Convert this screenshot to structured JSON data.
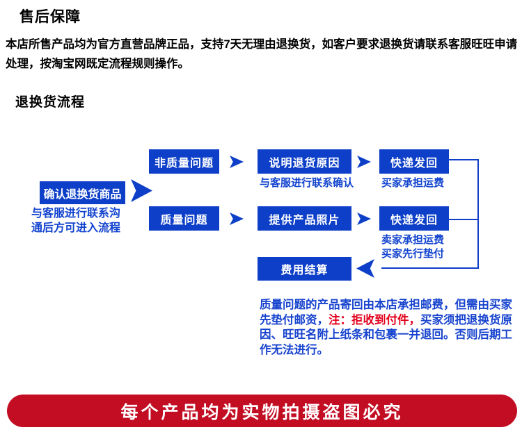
{
  "header": {
    "title": "售后保障",
    "intro": "本店所售产品均为官方直营品牌正品，支持7天无理由退换货，如客户要求退换货请联系客服旺旺申请处理，按淘宝网既定流程规则操作。"
  },
  "flow": {
    "title": "退换货流程",
    "steps": {
      "confirm": {
        "label": "确认退换货商品",
        "caption": "与客服进行联系沟通后方可进入流程"
      },
      "non_quality": {
        "label": "非质量问题"
      },
      "explain_reason": {
        "label": "说明退货原因",
        "caption": "与客服进行联系确认"
      },
      "express_return_top": {
        "label": "快递发回",
        "caption": "买家承担运费"
      },
      "quality": {
        "label": "质量问题"
      },
      "provide_photos": {
        "label": "提供产品照片"
      },
      "express_return_bottom": {
        "label": "快递发回",
        "caption_line1": "卖家承担运费",
        "caption_line2": "买家先行垫付"
      },
      "fee_settlement": {
        "label": "费用结算"
      }
    }
  },
  "note": {
    "part1": "质量问题的产品寄回由本店承担邮费，但需由买家先垫付邮资，",
    "highlight": "注：拒收到付件，",
    "part2": "买家须把退换货原因、旺旺名附上纸条和包裹一并退回。否则后期工作无法进行。"
  },
  "banner": {
    "text": "每个产品均为实物拍摄盗图必究"
  },
  "colors": {
    "flow_blue": "#0d3fc8",
    "caption_blue": "#1243cf",
    "note_blue": "#1743ce",
    "note_red": "#e3001b",
    "banner_red": "#c20d23",
    "banner_text": "#ffffff"
  }
}
